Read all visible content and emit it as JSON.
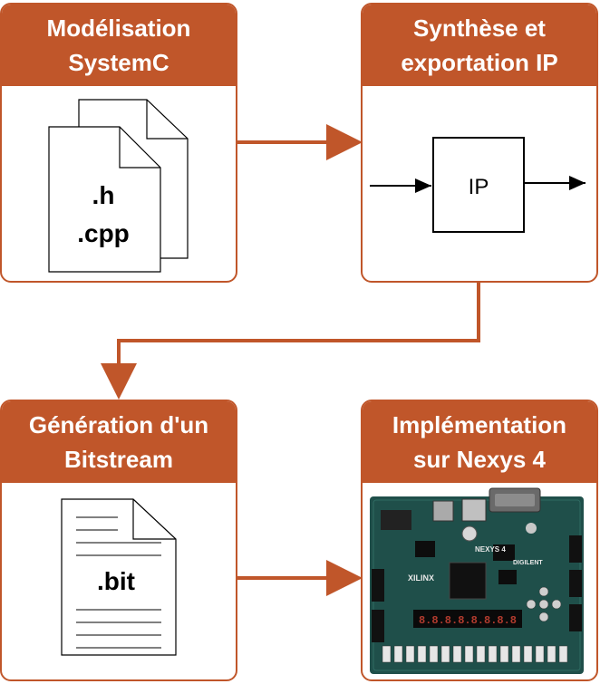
{
  "steps": [
    {
      "title_line1": "Modélisation",
      "title_line2": "SystemC",
      "files": [
        ".h",
        ".cpp"
      ]
    },
    {
      "title_line1": "Synthèse et",
      "title_line2": "exportation IP",
      "block_label": "IP"
    },
    {
      "title_line1": "Génération d'un",
      "title_line2": "Bitstream",
      "file": ".bit"
    },
    {
      "title_line1": "Implémentation",
      "title_line2": "sur Nexys 4",
      "board_text": {
        "brand": "XILINX",
        "model": "NEXYS 4",
        "maker": "DIGILENT",
        "display": "8.8.8.8.8.8.8.8"
      }
    }
  ],
  "colors": {
    "accent": "#c0562a",
    "board": "#1f4f4a",
    "line": "#000000"
  },
  "icons": {
    "doc": "document-icon",
    "ip": "ip-block",
    "board": "fpga-board-image"
  }
}
